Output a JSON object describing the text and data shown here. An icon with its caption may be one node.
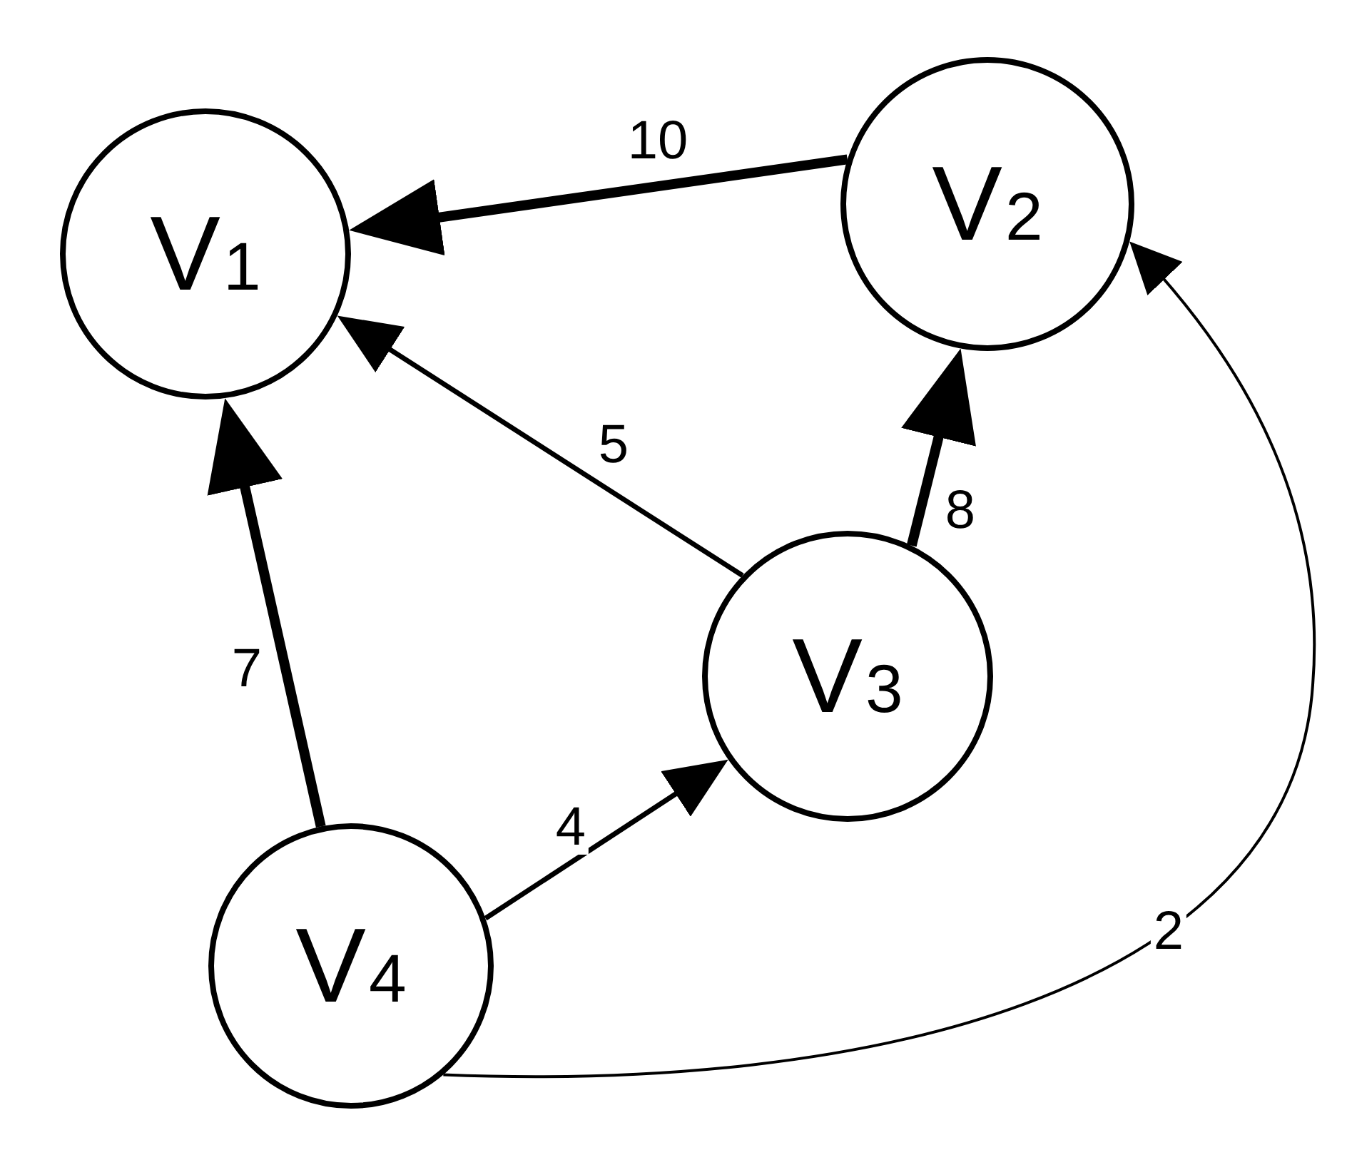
{
  "diagram": {
    "nodes": [
      {
        "text": [
          "V$_{1}$"
        ]
      },
      {
        "text": [
          "V$_{2}$"
        ]
      },
      {
        "text": [
          "V$_{3}$"
        ]
      },
      {
        "text": [
          "V$_{4}$"
        ]
      }
    ],
    "edges": [
      {
        "from": 1,
        "to": 0,
        "arrow": "to",
        "label": "10",
        "style": "thick"
      },
      {
        "from": 2,
        "to": 0,
        "arrow": "to",
        "label": "5"
      },
      {
        "from": 2,
        "to": 1,
        "arrow": "to",
        "label": "8",
        "style": "thick"
      },
      {
        "from": 3,
        "to": 0,
        "arrow": "to",
        "label": "7",
        "style": "thick"
      },
      {
        "from": 3,
        "to": 2,
        "arrow": "to",
        "label": "4"
      },
      {
        "from": 3,
        "to": 1,
        "arrow": "to",
        "label": "2"
      }
    ]
  }
}
